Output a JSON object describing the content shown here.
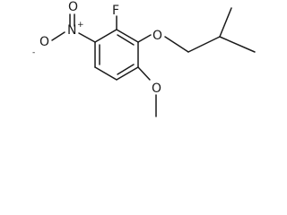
{
  "molecule": {
    "atoms": {
      "fluorine": "F",
      "nitro_oxygen_double": "O",
      "nitro_nitrogen": "N",
      "nitro_oxygen_minus": "O",
      "ether_oxygen": "O",
      "methoxy_oxygen": "O"
    },
    "charges": {
      "nitrogen_plus": "+",
      "oxygen_minus": "-"
    }
  }
}
